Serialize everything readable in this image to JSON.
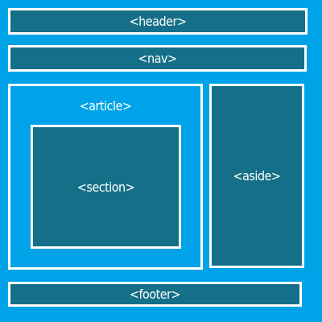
{
  "diagram": {
    "colors": {
      "background": "#00a3e8",
      "block": "#156f88",
      "border": "#ffffff",
      "text": "#ffffff"
    },
    "blocks": {
      "header": "<header>",
      "nav": "<nav>",
      "article": "<article>",
      "section": "<section>",
      "aside": "<aside>",
      "footer": "<footer>"
    }
  }
}
